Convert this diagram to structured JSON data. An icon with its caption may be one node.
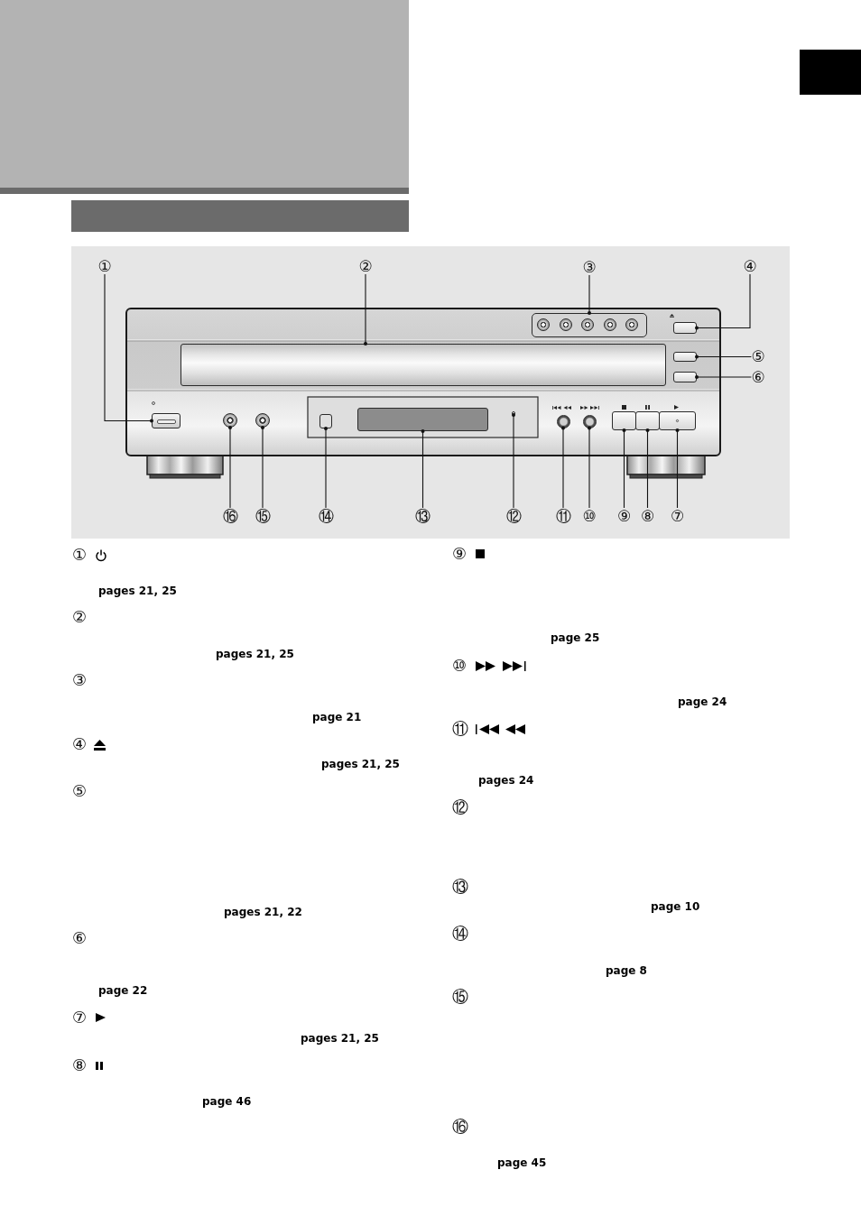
{
  "diagram": {
    "nodes": [
      {
        "text": [],
        "shape": "bar"
      },
      {
        "text": [
          "①"
        ]
      },
      {
        "text": [
          "②"
        ]
      },
      {
        "text": [
          "③"
        ]
      },
      {
        "text": [
          "④"
        ]
      },
      {
        "text": [
          "⑤"
        ]
      },
      {
        "text": [
          "⑥"
        ]
      },
      {
        "text": [
          "⑦"
        ]
      },
      {
        "text": [
          "⑧"
        ]
      },
      {
        "text": [
          "⑨"
        ]
      },
      {
        "text": [
          "⑩"
        ]
      },
      {
        "text": [
          "⑪"
        ]
      },
      {
        "text": [
          "⑫"
        ]
      },
      {
        "text": [
          "⑬"
        ]
      },
      {
        "text": [
          "⑭"
        ]
      },
      {
        "text": [
          "⑮"
        ]
      },
      {
        "text": [
          "⑯"
        ]
      },
      {
        "text": [],
        "shape": "box"
      },
      {
        "text": [],
        "shape": "box"
      },
      {
        "text": [],
        "shape": "box"
      },
      {
        "text": [],
        "shape": "box"
      },
      {
        "text": [],
        "shape": "box"
      },
      {
        "text": [],
        "shape": "box"
      },
      {
        "text": [],
        "shape": "box"
      },
      {
        "text": [],
        "shape": "box"
      },
      {
        "text": [],
        "shape": "box"
      },
      {
        "text": [],
        "shape": "circle"
      },
      {
        "text": [],
        "shape": "circle"
      },
      {
        "text": [],
        "shape": "circle"
      },
      {
        "text": [],
        "shape": "box"
      },
      {
        "text": [],
        "shape": "box"
      },
      {
        "text": [],
        "shape": "circle"
      },
      {
        "text": [],
        "shape": "circle"
      }
    ],
    "edges": [
      {
        "from": 1,
        "to": 17,
        "arrow": "other"
      },
      {
        "from": 2,
        "to": 18,
        "arrow": "other"
      },
      {
        "from": 3,
        "to": 19,
        "arrow": "other"
      },
      {
        "from": 4,
        "to": 20,
        "arrow": "other"
      },
      {
        "from": 5,
        "to": 21,
        "arrow": "other"
      },
      {
        "from": 6,
        "to": 22,
        "arrow": "other"
      },
      {
        "from": 7,
        "to": 23,
        "arrow": "other"
      },
      {
        "from": 8,
        "to": 24,
        "arrow": "other"
      },
      {
        "from": 9,
        "to": 25,
        "arrow": "other"
      },
      {
        "from": 10,
        "to": 26,
        "arrow": "other"
      },
      {
        "from": 11,
        "to": 27,
        "arrow": "other"
      },
      {
        "from": 12,
        "to": 28,
        "arrow": "other"
      },
      {
        "from": 13,
        "to": 29,
        "arrow": "other"
      },
      {
        "from": 14,
        "to": 30,
        "arrow": "other"
      },
      {
        "from": 15,
        "to": 31,
        "arrow": "other"
      },
      {
        "from": 16,
        "to": 32,
        "arrow": "other"
      }
    ],
    "labels": [
      "①",
      "pages 21, 25",
      "②",
      "pages 21, 25",
      "③",
      "page 21",
      "④",
      "pages 21, 25",
      "⑤",
      "pages 21, 22",
      "⑥",
      "page 22",
      "⑦",
      "pages 21, 25",
      "⑧",
      "page 46",
      "⑨",
      "page 25",
      "⑩",
      "page 24",
      "⑪",
      "pages 24",
      "⑫",
      "⑬",
      "page 10",
      "⑭",
      "page 8",
      "⑮",
      "⑯",
      "page 45"
    ]
  }
}
